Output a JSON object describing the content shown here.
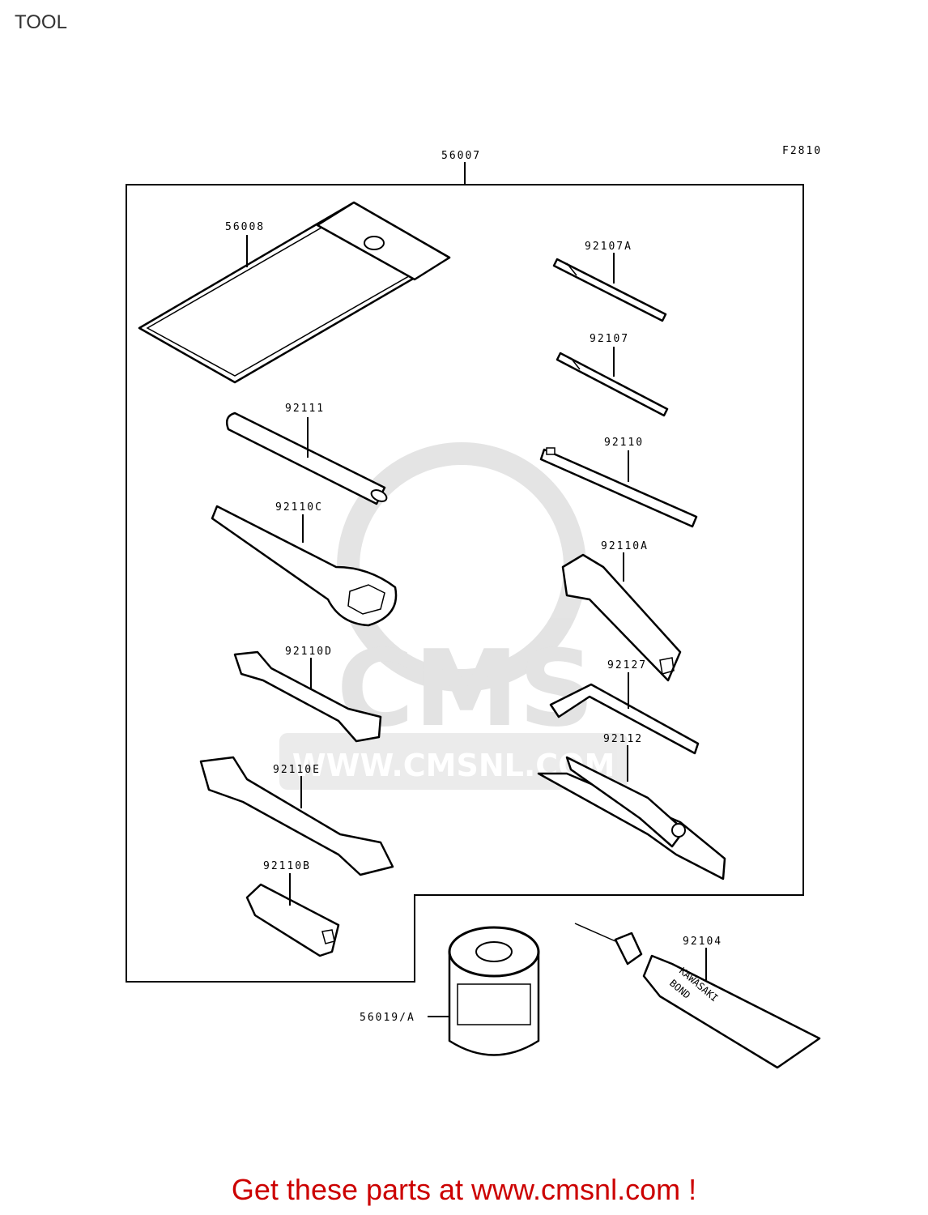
{
  "page": {
    "title": "TOOL",
    "figure_code": "F2810"
  },
  "watermark": {
    "text": "WWW.CMSNL.COM",
    "brand": "CMS"
  },
  "callouts": [
    {
      "id": "c56007",
      "number": "56007"
    },
    {
      "id": "c56008",
      "number": "56008"
    },
    {
      "id": "c92107A",
      "number": "92107A"
    },
    {
      "id": "c92107",
      "number": "92107"
    },
    {
      "id": "c92111",
      "number": "92111"
    },
    {
      "id": "c92110",
      "number": "92110"
    },
    {
      "id": "c92110C",
      "number": "92110C"
    },
    {
      "id": "c92110A",
      "number": "92110A"
    },
    {
      "id": "c92110D",
      "number": "92110D"
    },
    {
      "id": "c92127",
      "number": "92127"
    },
    {
      "id": "c92112",
      "number": "92112"
    },
    {
      "id": "c92110E",
      "number": "92110E"
    },
    {
      "id": "c92110B",
      "number": "92110B"
    },
    {
      "id": "c92104",
      "number": "92104"
    },
    {
      "id": "c56019A",
      "number": "56019/A"
    }
  ],
  "tube_print": {
    "line1": "KAWASAKI",
    "line2": "BOND"
  },
  "footer": {
    "cta_text": "Get these parts at www.cmsnl.com !",
    "cta_color": "#cc0000"
  }
}
